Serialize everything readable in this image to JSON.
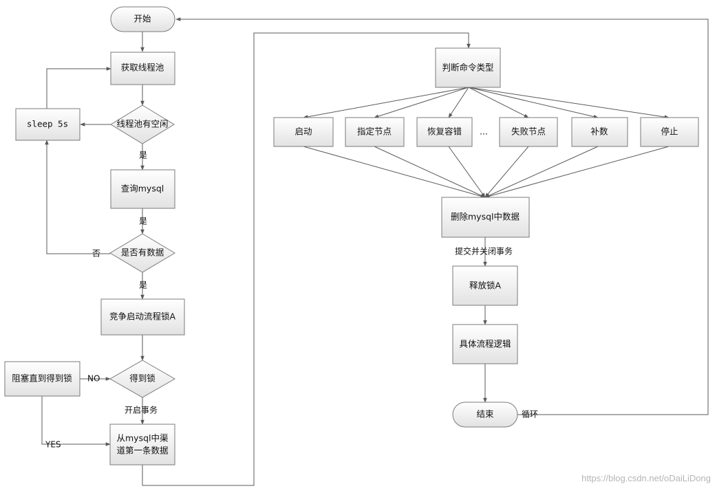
{
  "diagram": {
    "nodes": {
      "start": "开始",
      "get_pool": "获取线程池",
      "pool_idle": "线程池有空闲",
      "sleep": "sleep 5s",
      "query": "查询mysql",
      "has_data": "是否有数据",
      "compete_lock": "竞争启动流程锁A",
      "got_lock": "得到锁",
      "block": "阻塞直到得到锁",
      "take_first_line1": "从mysql中渠",
      "take_first_line2": "道第一条数据",
      "judge_type": "判断命令类型",
      "cmd_start": "启动",
      "cmd_node": "指定节点",
      "cmd_recover": "恢复容错",
      "cmd_ellipsis": "...",
      "cmd_fail_node": "失败节点",
      "cmd_backfill": "补数",
      "cmd_stop": "停止",
      "delete_data": "删除mysql中数据",
      "release_lock": "释放锁A",
      "logic": "具体流程逻辑",
      "end": "结束"
    },
    "edge_labels": {
      "yes1": "是",
      "yes2": "是",
      "yes3": "是",
      "no": "否",
      "no_en": "NO",
      "yes_en": "YES",
      "open_tx": "开启事务",
      "commit_tx": "提交并关闭事务",
      "loop": "循环"
    },
    "watermark": "https://blog.csdn.net/oDaiLiDong",
    "colors": {
      "line": "#595959",
      "box_top": "#ffffff",
      "box_bottom": "#e4e4e4",
      "border": "#7a7a7a",
      "text": "#111111",
      "watermark": "#b5b5b5"
    }
  }
}
